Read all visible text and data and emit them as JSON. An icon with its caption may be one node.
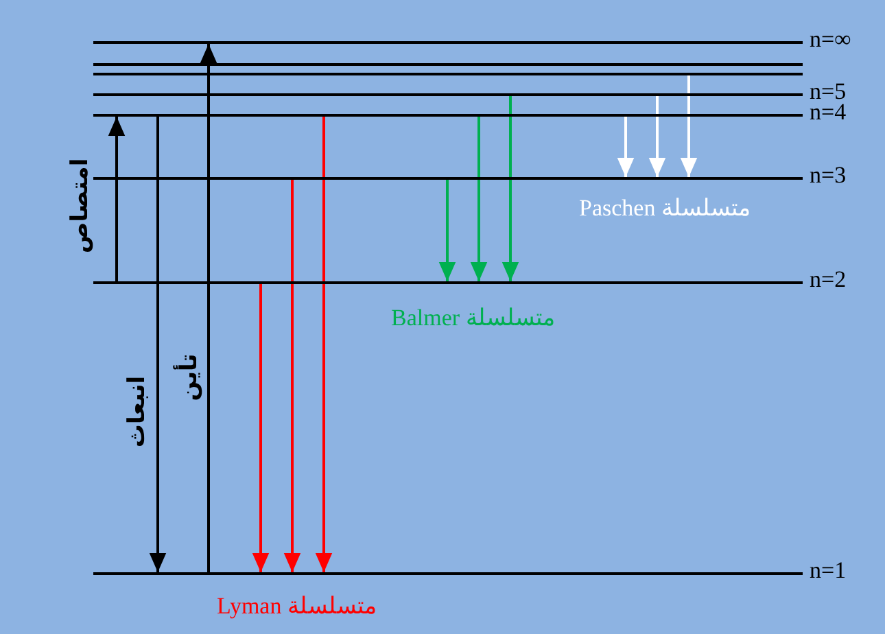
{
  "diagram": {
    "nodes": [
      {
        "text": [
          "n=∞"
        ]
      },
      {
        "text": [],
        "shape": "bar"
      },
      {
        "text": [],
        "shape": "bar"
      },
      {
        "text": [
          "n=5"
        ]
      },
      {
        "text": [
          "n=4"
        ]
      },
      {
        "text": [
          "n=3"
        ]
      },
      {
        "text": [
          "n=2"
        ]
      },
      {
        "text": [
          "n=1"
        ]
      }
    ],
    "edges": [
      {
        "from": 6,
        "to": 4,
        "arrow": "to",
        "label": "امتصاص"
      },
      {
        "from": 4,
        "to": 7,
        "arrow": "to",
        "label": "انبعاث"
      },
      {
        "from": 7,
        "to": 0,
        "arrow": "to",
        "label": "تأين"
      },
      {
        "from": 6,
        "to": 7,
        "arrow": "to",
        "color": "#ff0000"
      },
      {
        "from": 5,
        "to": 7,
        "arrow": "to",
        "color": "#ff0000"
      },
      {
        "from": 4,
        "to": 7,
        "arrow": "to",
        "color": "#ff0000"
      },
      {
        "from": 5,
        "to": 6,
        "arrow": "to",
        "color": "#00b050"
      },
      {
        "from": 4,
        "to": 6,
        "arrow": "to",
        "color": "#00b050"
      },
      {
        "from": 3,
        "to": 6,
        "arrow": "to",
        "color": "#00b050"
      },
      {
        "from": 4,
        "to": 5,
        "arrow": "to",
        "color": "#ffffff"
      },
      {
        "from": 3,
        "to": 5,
        "arrow": "to",
        "color": "#ffffff"
      },
      {
        "from": 2,
        "to": 5,
        "arrow": "to",
        "color": "#ffffff"
      }
    ],
    "labels": [
      "Lyman متسلسلة",
      "Balmer متسلسلة",
      "Paschen متسلسلة"
    ]
  }
}
